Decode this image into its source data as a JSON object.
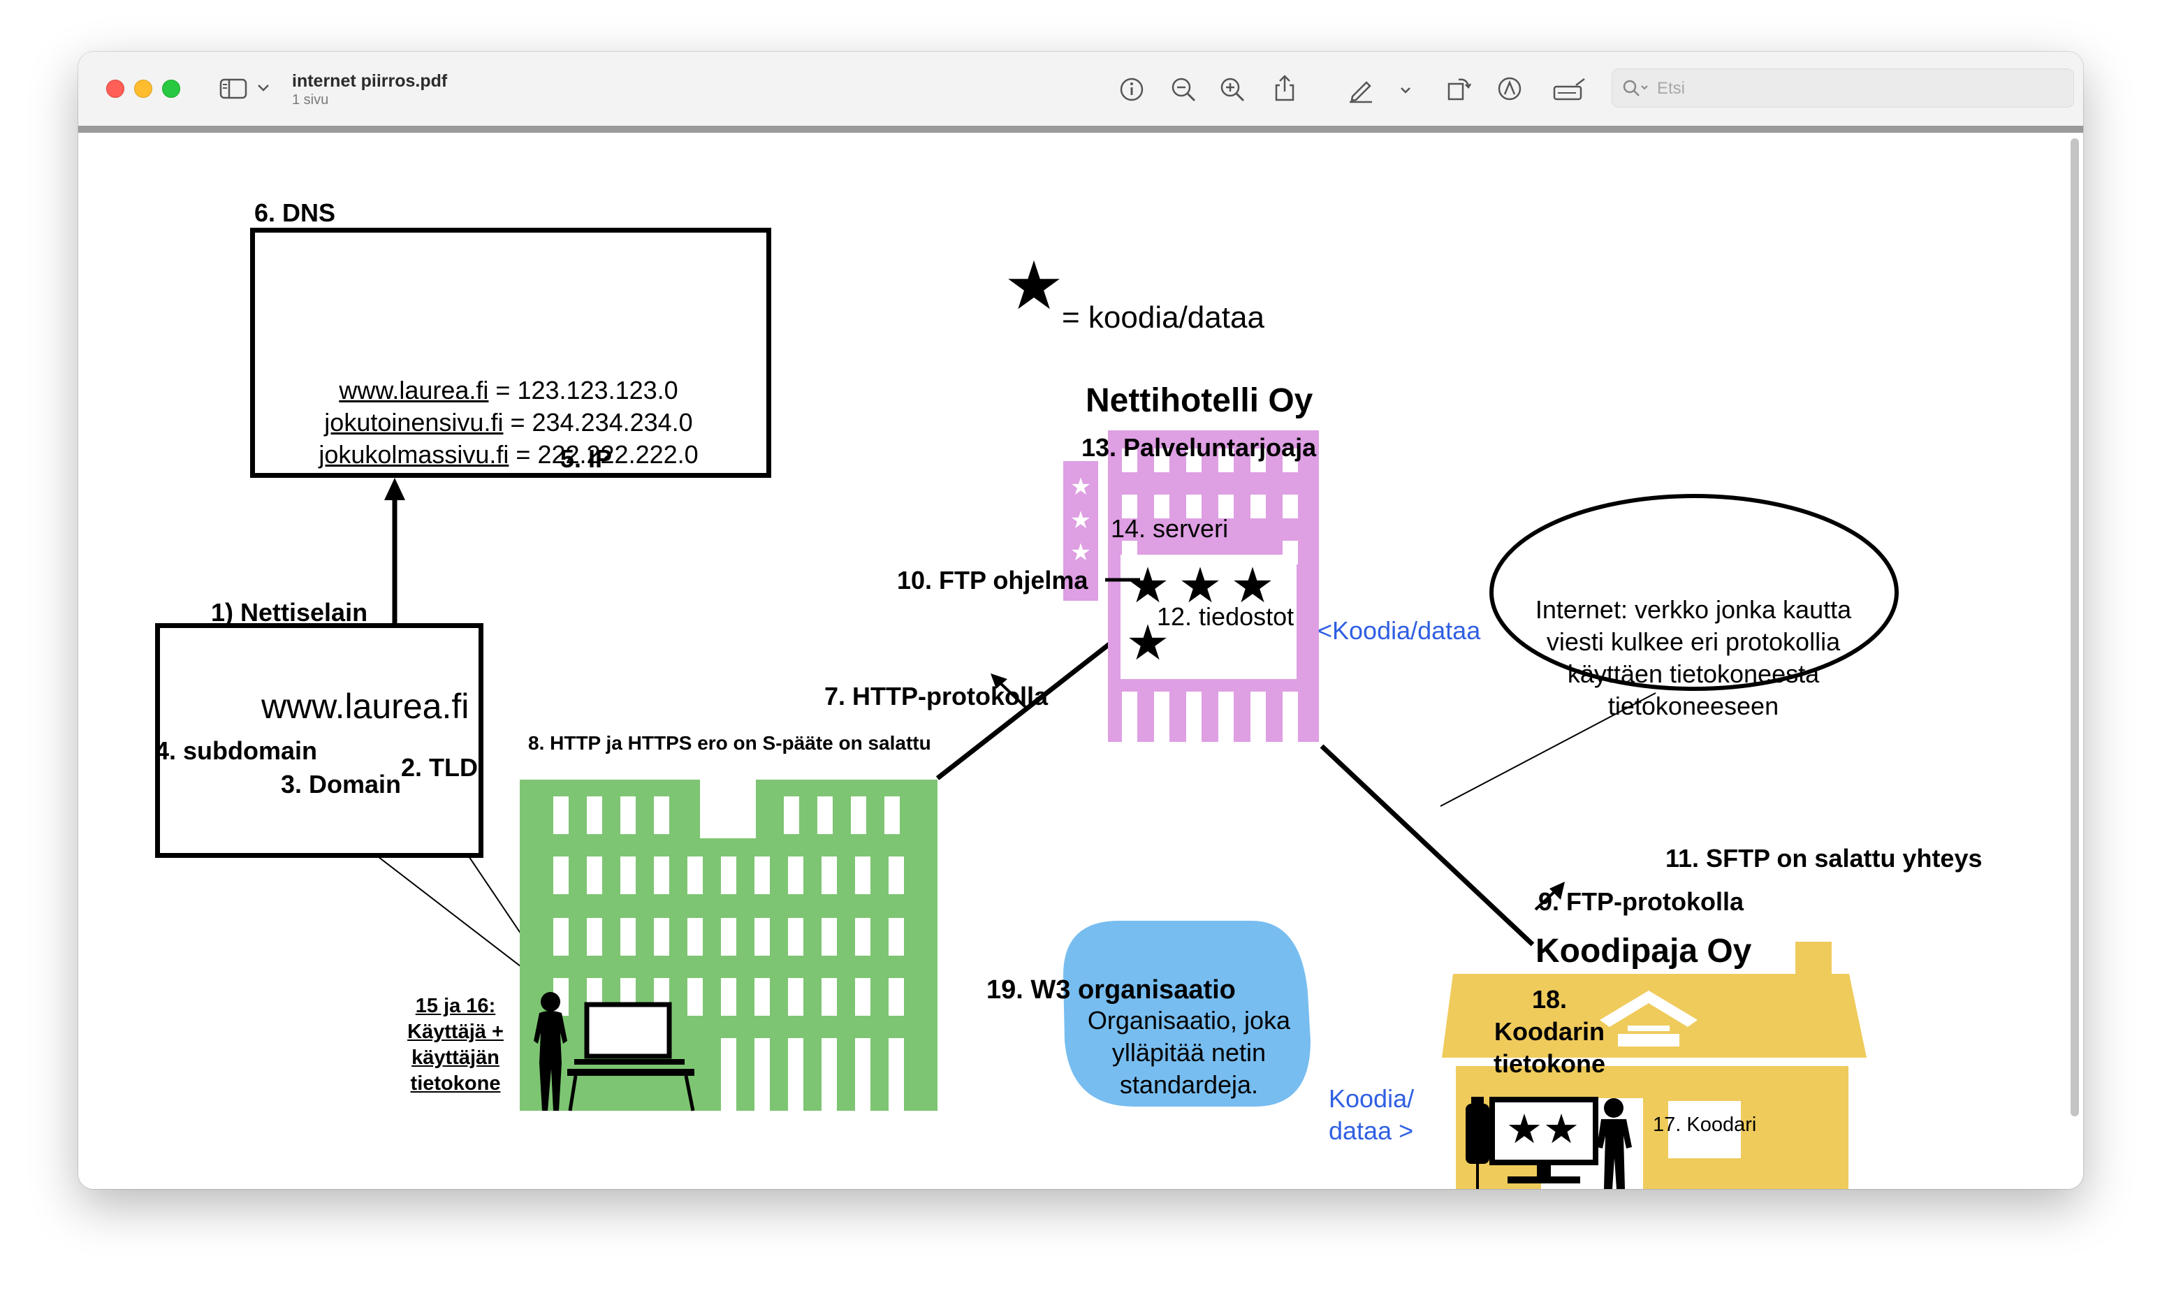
{
  "window": {
    "title": "internet piirros.pdf",
    "subtitle": "1 sivu",
    "search_placeholder": "Etsi",
    "toolbar_icons": [
      "sidebar-icon",
      "chevron-down-icon",
      "info-icon",
      "zoom-out-icon",
      "zoom-in-icon",
      "share-icon",
      "markup-pen-icon",
      "chevron-down-icon",
      "rotate-icon",
      "annotate-icon",
      "signature-icon",
      "search-icon"
    ]
  },
  "diagram": {
    "dns": {
      "title": "6. DNS",
      "entries": [
        {
          "domain": "www.laurea.fi",
          "ip": " = 123.123.123.0"
        },
        {
          "domain": "jokutoinensivu.fi",
          "ip": " = 234.234.234.0"
        },
        {
          "domain": "jokukolmassivu.fi",
          "ip": " = 222.222.222.0"
        }
      ],
      "ip_label": "5. IP"
    },
    "browser": {
      "label": "1) Nettiselain",
      "url": "www.laurea.fi",
      "subdomain": "4. subdomain",
      "domain": "3. Domain",
      "tld": "2. TLD"
    },
    "legend": {
      "text": "= koodia/dataa"
    },
    "hotel": {
      "name": "Nettihotelli Oy",
      "provider": "13. Palveluntarjoaja",
      "server": "14. serveri",
      "files": "12. tiedostot",
      "ftp_program": "10. FTP ohjelma",
      "code_data": "<Koodia/dataa"
    },
    "internet_bubble": "Internet: verkko jonka kautta viesti kulkee eri protokollia käyttäen tietokoneesta tietokoneeseen",
    "http": {
      "label": "7. HTTP-protokolla",
      "note": "8. HTTP ja HTTPS ero on S-pääte on salattu"
    },
    "sftp": "11. SFTP on salattu yhteys",
    "ftp_protocol": "9. FTP-protokolla",
    "user": {
      "title": "15 ja 16:",
      "line2": "Käyttäjä +",
      "line3": "käyttäjän",
      "line4": "tietokone"
    },
    "w3": {
      "title": "19. W3 organisaatio",
      "line1": "Organisaatio, joka",
      "line2": "ylläpitää netin",
      "line3": "standardeja."
    },
    "koodipaja": {
      "name": "Koodipaja Oy",
      "computer_num": "18.",
      "computer_l1": "Koodarin",
      "computer_l2": "tietokone",
      "coder": "17. Koodari",
      "code_data_l1": "Koodia/",
      "code_data_l2": "dataa >"
    },
    "colors": {
      "hotel": "#de9fe3",
      "school": "#7dc572",
      "house": "#efcb5c",
      "bubble": "#77bdf0",
      "blue_text": "#2f5fe3"
    }
  }
}
